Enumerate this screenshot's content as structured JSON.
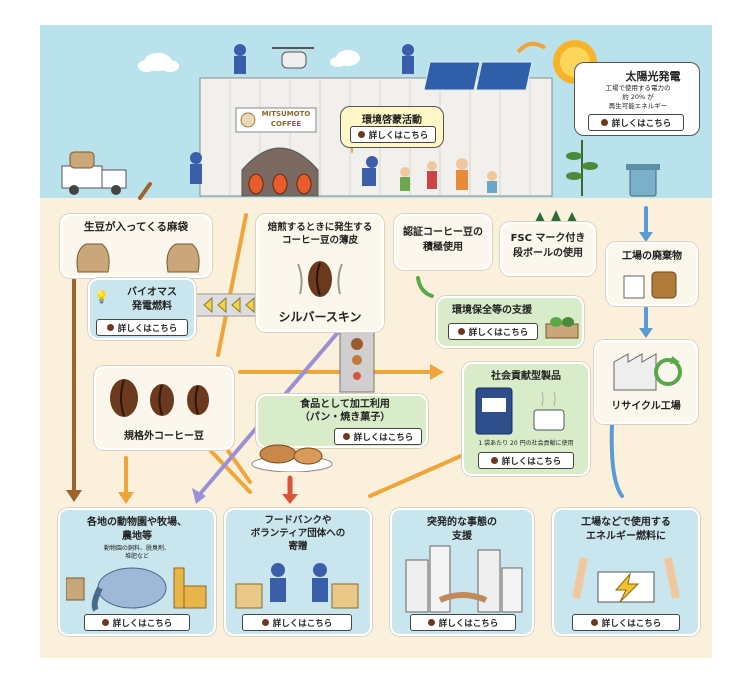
{
  "factory": {
    "sign_line1": "MITSUMOTO",
    "sign_line2": "COFFEE"
  },
  "solar": {
    "title": "太陽光発電",
    "desc_line1": "工場で使用する電力の",
    "desc_line2": "約 20% が",
    "desc_line3": "再生可能エネルギー",
    "btn": "詳しくはこちら"
  },
  "env_activity": {
    "title": "環境啓蒙活動",
    "btn": "詳しくはこちら"
  },
  "sacks": {
    "title": "生豆が入ってくる麻袋"
  },
  "skin_source": {
    "line1": "焙煎するときに発生する",
    "line2": "コーヒー豆の薄皮",
    "name": "シルバースキン"
  },
  "certified": {
    "line1": "認証コーヒー豆の",
    "line2": "積極使用"
  },
  "fsc": {
    "line1": "FSC マーク付き",
    "line2": "段ボールの使用"
  },
  "waste": {
    "title": "工場の廃棄物"
  },
  "biomass": {
    "line1": "バイオマス",
    "line2": "発電燃料",
    "btn": "詳しくはこちら"
  },
  "conservation": {
    "title": "環境保全等の支援",
    "btn": "詳しくはこちら"
  },
  "recycle": {
    "title": "リサイクル工場"
  },
  "odd_beans": {
    "title": "規格外コーヒー豆"
  },
  "food_use": {
    "line1": "食品として加工利用",
    "line2": "（パン・焼き菓子）",
    "btn": "詳しくはこちら"
  },
  "social": {
    "title": "社会貢献型製品",
    "note": "1 袋あたり 20 円の社会貢献に使用",
    "btn": "詳しくはこちら"
  },
  "zoo": {
    "line1": "各地の動物園や牧場、",
    "line2": "農地等",
    "note_line1": "動物園の飼料、脱臭剤、",
    "note_line2": "堆肥など",
    "btn": "詳しくはこちら"
  },
  "foodbank": {
    "line1": "フードバンクや",
    "line2": "ボランティア団体への",
    "line3": "寄贈",
    "btn": "詳しくはこちら"
  },
  "emergency": {
    "line1": "突発的な事態の",
    "line2": "支援",
    "btn": "詳しくはこちら"
  },
  "fuel": {
    "line1": "工場などで使用する",
    "line2": "エネルギー燃料に",
    "btn": "詳しくはこちら"
  },
  "colors": {
    "sky": "#b9e2ec",
    "ground": "#fbf0dc",
    "arrow_orange": "#f0a53a",
    "arrow_brown": "#a0622c",
    "arrow_purple": "#9b8fd6",
    "arrow_blue": "#5b9bd5",
    "arrow_red": "#d9553a",
    "box_blue": "#c9e6ee",
    "box_green": "#d9ecc9"
  }
}
